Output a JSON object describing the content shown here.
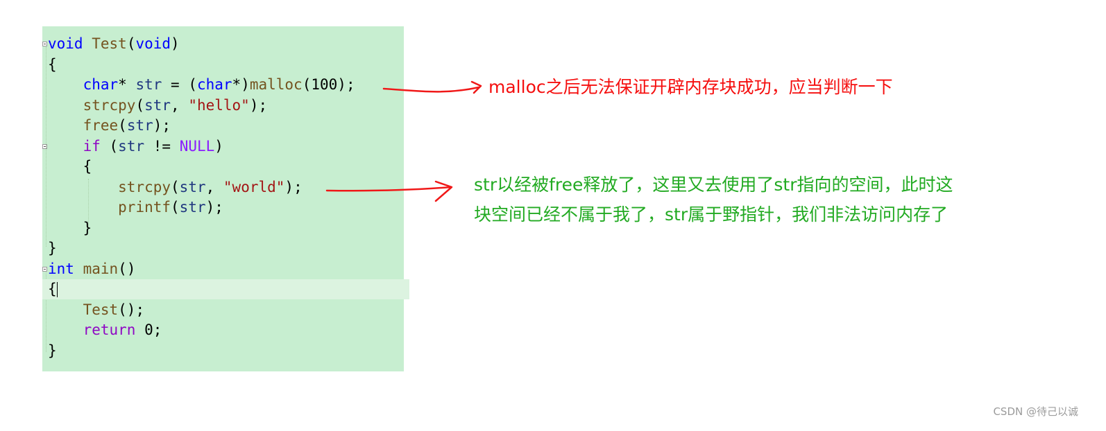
{
  "code": {
    "lines": [
      [
        {
          "t": "void",
          "c": "kw"
        },
        {
          "t": " "
        },
        {
          "t": "Test",
          "c": "fn"
        },
        {
          "t": "("
        },
        {
          "t": "void",
          "c": "kw"
        },
        {
          "t": ")"
        }
      ],
      [
        {
          "t": "{"
        }
      ],
      [
        {
          "t": "    "
        },
        {
          "t": "char",
          "c": "kw"
        },
        {
          "t": "* "
        },
        {
          "t": "str",
          "c": "var"
        },
        {
          "t": " = ("
        },
        {
          "t": "char",
          "c": "kw"
        },
        {
          "t": "*)"
        },
        {
          "t": "malloc",
          "c": "fn"
        },
        {
          "t": "("
        },
        {
          "t": "100",
          "c": "num"
        },
        {
          "t": ");"
        }
      ],
      [
        {
          "t": "    "
        },
        {
          "t": "strcpy",
          "c": "fn"
        },
        {
          "t": "("
        },
        {
          "t": "str",
          "c": "var"
        },
        {
          "t": ", "
        },
        {
          "t": "\"hello\"",
          "c": "str"
        },
        {
          "t": ");"
        }
      ],
      [
        {
          "t": "    "
        },
        {
          "t": "free",
          "c": "fn"
        },
        {
          "t": "("
        },
        {
          "t": "str",
          "c": "var"
        },
        {
          "t": ");"
        }
      ],
      [
        {
          "t": "    "
        },
        {
          "t": "if",
          "c": "kw2"
        },
        {
          "t": " ("
        },
        {
          "t": "str",
          "c": "var"
        },
        {
          "t": " != "
        },
        {
          "t": "NULL",
          "c": "mac"
        },
        {
          "t": ")"
        }
      ],
      [
        {
          "t": "    {"
        }
      ],
      [
        {
          "t": "        "
        },
        {
          "t": "strcpy",
          "c": "fn"
        },
        {
          "t": "("
        },
        {
          "t": "str",
          "c": "var"
        },
        {
          "t": ", "
        },
        {
          "t": "\"world\"",
          "c": "str"
        },
        {
          "t": ");"
        }
      ],
      [
        {
          "t": "        "
        },
        {
          "t": "printf",
          "c": "fn"
        },
        {
          "t": "("
        },
        {
          "t": "str",
          "c": "var"
        },
        {
          "t": ");"
        }
      ],
      [
        {
          "t": "    }"
        }
      ],
      [
        {
          "t": "}"
        }
      ],
      [
        {
          "t": "int",
          "c": "kw"
        },
        {
          "t": " "
        },
        {
          "t": "main",
          "c": "fn"
        },
        {
          "t": "()"
        }
      ],
      [
        {
          "t": "{"
        }
      ],
      [
        {
          "t": "    "
        },
        {
          "t": "Test",
          "c": "fn"
        },
        {
          "t": "();"
        }
      ],
      [
        {
          "t": "    "
        },
        {
          "t": "return",
          "c": "kw2"
        },
        {
          "t": " "
        },
        {
          "t": "0",
          "c": "num"
        },
        {
          "t": ";"
        }
      ],
      [
        {
          "t": "}"
        }
      ]
    ]
  },
  "annotations": {
    "malloc_note": "malloc之后无法保证开辟内存块成功，应当判断一下",
    "free_note_line1": "str以经被free释放了，这里又去使用了str指向的空间，此时这",
    "free_note_line2": "块空间已经不属于我了，str属于野指针，我们非法访问内存了"
  },
  "colors": {
    "code_background": "#c7eed0",
    "red_note": "#f50e0e",
    "green_note": "#22aa22",
    "arrow_red": "#f01818"
  },
  "watermark": "CSDN @待己以诚"
}
